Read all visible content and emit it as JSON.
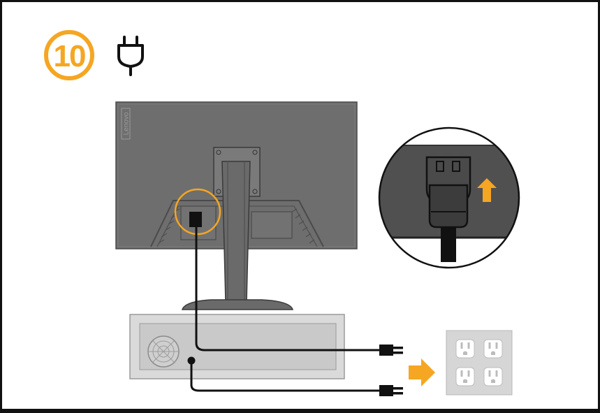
{
  "step": {
    "number": "10",
    "badge_color": "#f5a623",
    "icon": "power-plug-icon"
  },
  "monitor": {
    "brand": "Lenovo",
    "body_color": "#6e6e6e",
    "highlight_color": "#f5a623"
  },
  "inset": {
    "icon": "plug-insert-arrow-icon",
    "arrow_color": "#f5a623"
  },
  "computer": {
    "icon": "fan-vent-icon"
  },
  "wall_outlet": {
    "icon": "wall-outlet-icon",
    "sockets": 4
  },
  "direction_arrow": {
    "icon": "arrow-right-icon",
    "color": "#f5a623"
  },
  "colors": {
    "cable": "#111111",
    "panel_gray": "#dadada",
    "outlet_gray": "#d6d6d6"
  }
}
